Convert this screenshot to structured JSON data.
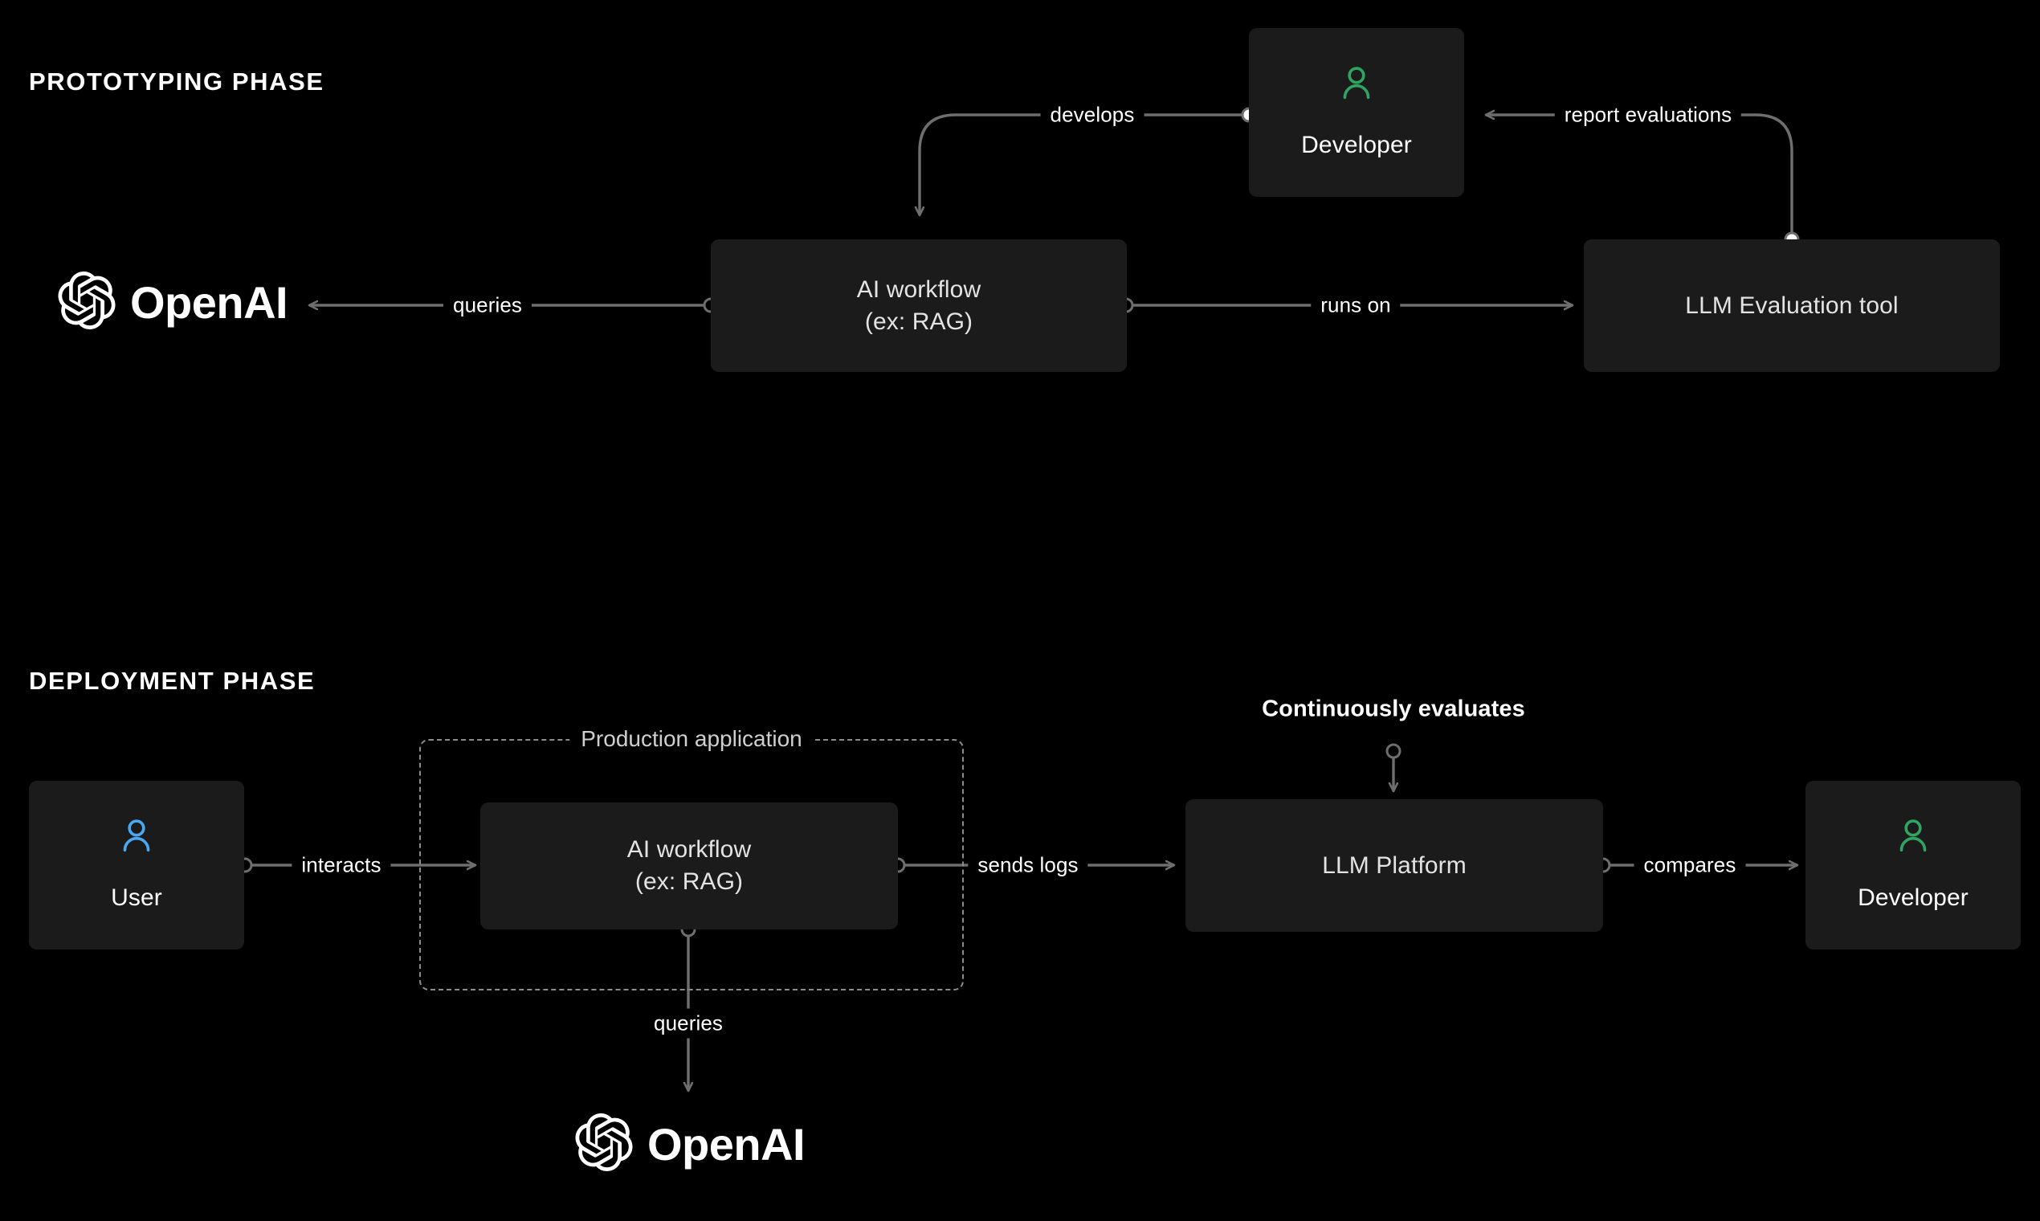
{
  "diagram": {
    "title_prototyping": "PROTOTYPING PHASE",
    "title_deployment": "DEPLOYMENT PHASE",
    "background": "#000000",
    "node_fill": "#1b1b1b",
    "edge_color": "#6e6e6e",
    "accent_green": "#2fa463",
    "accent_blue": "#4aa8f0"
  },
  "prototyping": {
    "nodes": [
      {
        "id": "openai-logo-top",
        "label": "OpenAI",
        "type": "logo"
      },
      {
        "id": "ai-workflow-proto",
        "label": "AI workflow\n(ex: RAG)",
        "type": "box"
      },
      {
        "id": "developer-proto",
        "label": "Developer",
        "type": "actor",
        "icon": "person-icon",
        "icon_color": "#2fa463"
      },
      {
        "id": "llm-eval-tool",
        "label": "LLM Evaluation tool",
        "type": "box"
      }
    ],
    "edges": [
      {
        "id": "edge-developer-develops",
        "label": "develops",
        "from": "developer-proto",
        "to": "ai-workflow-proto"
      },
      {
        "id": "edge-workflow-queries",
        "label": "queries",
        "from": "ai-workflow-proto",
        "to": "openai-logo-top"
      },
      {
        "id": "edge-workflow-runs-on",
        "label": "runs on",
        "from": "ai-workflow-proto",
        "to": "llm-eval-tool"
      },
      {
        "id": "edge-report-evaluations",
        "label": "report evaluations",
        "from": "llm-eval-tool",
        "to": "developer-proto"
      }
    ]
  },
  "deployment": {
    "group": {
      "id": "production-application",
      "label": "Production application"
    },
    "nodes": [
      {
        "id": "user",
        "label": "User",
        "type": "actor",
        "icon": "person-icon",
        "icon_color": "#4aa8f0"
      },
      {
        "id": "ai-workflow-deploy",
        "label": "AI workflow\n(ex: RAG)",
        "type": "box"
      },
      {
        "id": "llm-platform",
        "label": "LLM Platform",
        "type": "box"
      },
      {
        "id": "developer-deploy",
        "label": "Developer",
        "type": "actor",
        "icon": "person-icon",
        "icon_color": "#2fa463"
      },
      {
        "id": "openai-logo-bottom",
        "label": "OpenAI",
        "type": "logo"
      }
    ],
    "edges": [
      {
        "id": "edge-user-interacts",
        "label": "interacts",
        "from": "user",
        "to": "ai-workflow-deploy"
      },
      {
        "id": "edge-sends-logs",
        "label": "sends logs",
        "from": "ai-workflow-deploy",
        "to": "llm-platform"
      },
      {
        "id": "edge-compares",
        "label": "compares",
        "from": "llm-platform",
        "to": "developer-deploy"
      },
      {
        "id": "edge-continuously-evaluates",
        "label": "Continuously evaluates",
        "from": "",
        "to": "llm-platform",
        "emphasis": "bold"
      },
      {
        "id": "edge-queries-openai",
        "label": "queries",
        "from": "ai-workflow-deploy",
        "to": "openai-logo-bottom"
      }
    ]
  }
}
